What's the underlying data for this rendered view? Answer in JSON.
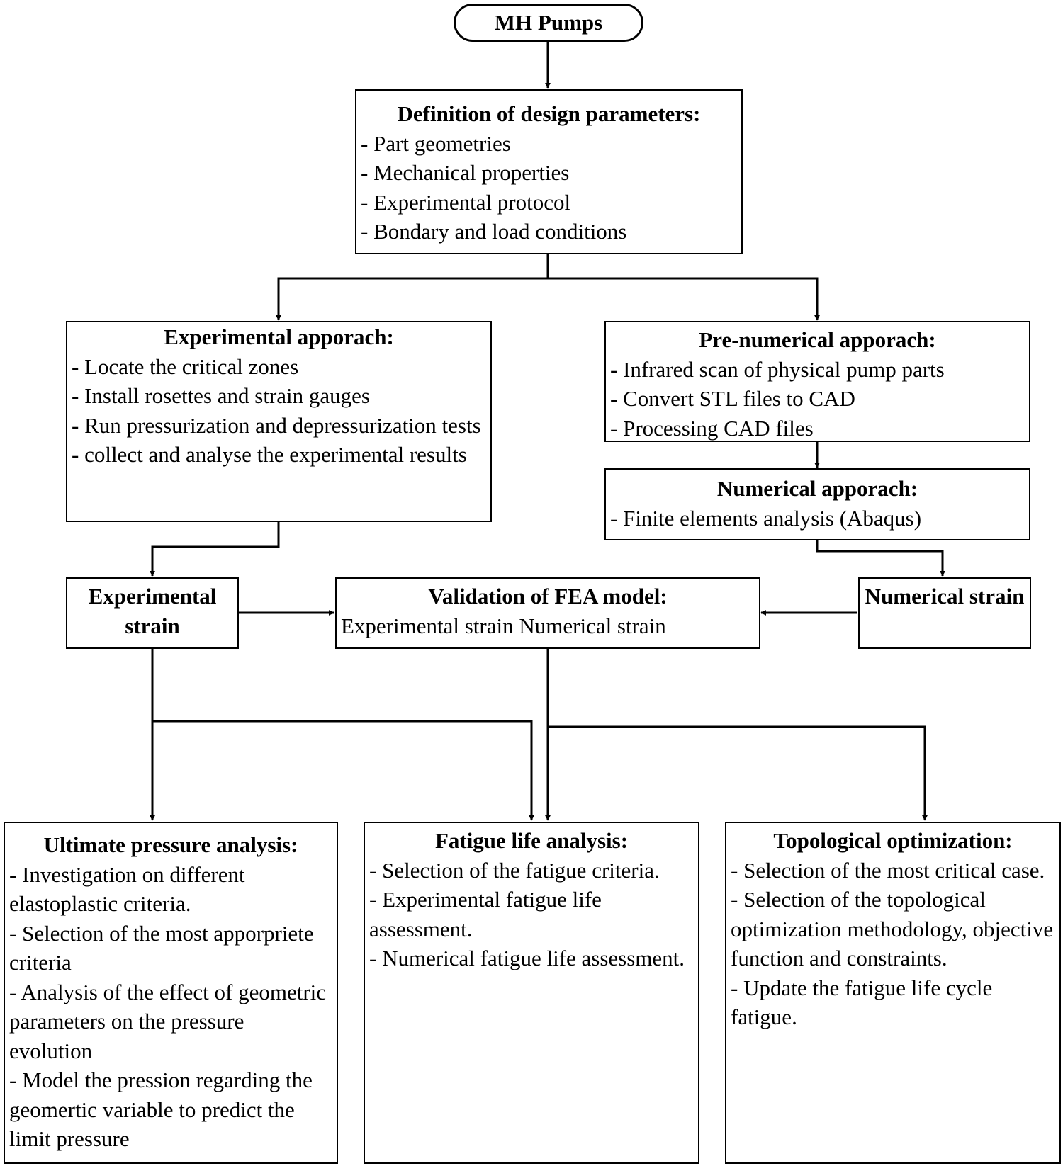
{
  "start": {
    "label": "MH Pumps"
  },
  "design": {
    "title": "Definition of design parameters:",
    "items": [
      "- Part geometries",
      "- Mechanical properties",
      "- Experimental protocol",
      "- Bondary and load conditions"
    ]
  },
  "experimental": {
    "title": "Experimental apporach:",
    "items": [
      "- Locate the critical zones",
      "- Install rosettes and strain gauges",
      "- Run pressurization and depressurization tests",
      "- collect and analyse the experimental results"
    ]
  },
  "prenumerical": {
    "title": "Pre-numerical apporach:",
    "items": [
      "- Infrared scan of physical pump parts",
      "- Convert STL files to CAD",
      "- Processing CAD files"
    ]
  },
  "numerical": {
    "title": "Numerical apporach:",
    "items": [
      "- Finite elements analysis (Abaqus)"
    ]
  },
  "exp_strain": {
    "title": "Experimental strain"
  },
  "validation": {
    "title": "Validation of FEA model:",
    "items": [
      "Experimental strain Numerical strain"
    ]
  },
  "num_strain": {
    "title": "Numerical strain"
  },
  "ultimate": {
    "title": "Ultimate pressure analysis:",
    "items": [
      "- Investigation on different elastoplastic criteria.",
      "-  Selection of the most apporpriete criteria",
      "- Analysis of the effect of geometric parameters on the pressure evolution",
      "- Model the pression regarding the geomertic variable to predict the limit pressure"
    ]
  },
  "fatigue": {
    "title": "Fatigue life analysis:",
    "items": [
      "- Selection of the fatigue criteria.",
      "- Experimental fatigue life assessment.",
      "- Numerical fatigue life assessment."
    ]
  },
  "topology": {
    "title": "Topological optimization:",
    "items": [
      "- Selection of the most critical case.",
      "- Selection of the topological optimization methodology, objective function and constraints.",
      "- Update the fatigue life cycle fatigue."
    ]
  }
}
